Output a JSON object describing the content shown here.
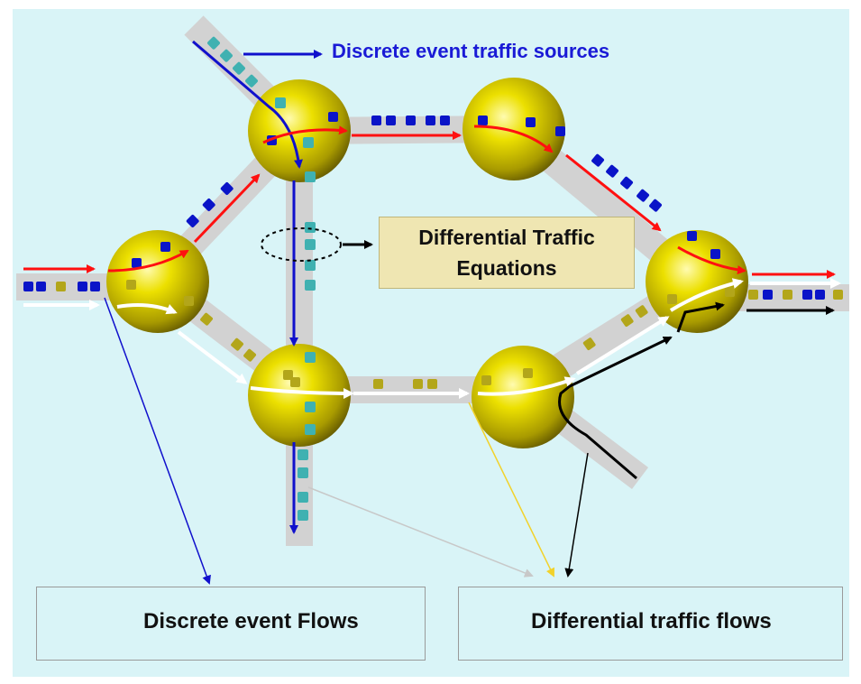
{
  "diagram": {
    "title": "Discrete event traffic sources",
    "equation_box": {
      "line1": "Differential Traffic",
      "line2": "Equations"
    },
    "legend_discrete": {
      "label": "Discrete event Flows"
    },
    "legend_differential": {
      "label": "Differential traffic flows"
    }
  },
  "colors": {
    "background": "#d9f4f7",
    "road": "#d4d4d4",
    "node": "#e3d300",
    "blue_flow": "#1010cc",
    "red_flow": "#ff1010",
    "white_flow": "#ffffff",
    "black_flow": "#000000",
    "teal_packet": "#3fb1b1",
    "blue_packet": "#0a14c8",
    "olive_packet": "#b3a61a",
    "title_text": "#1a1ad6",
    "equation_box": "#efe6b2"
  }
}
